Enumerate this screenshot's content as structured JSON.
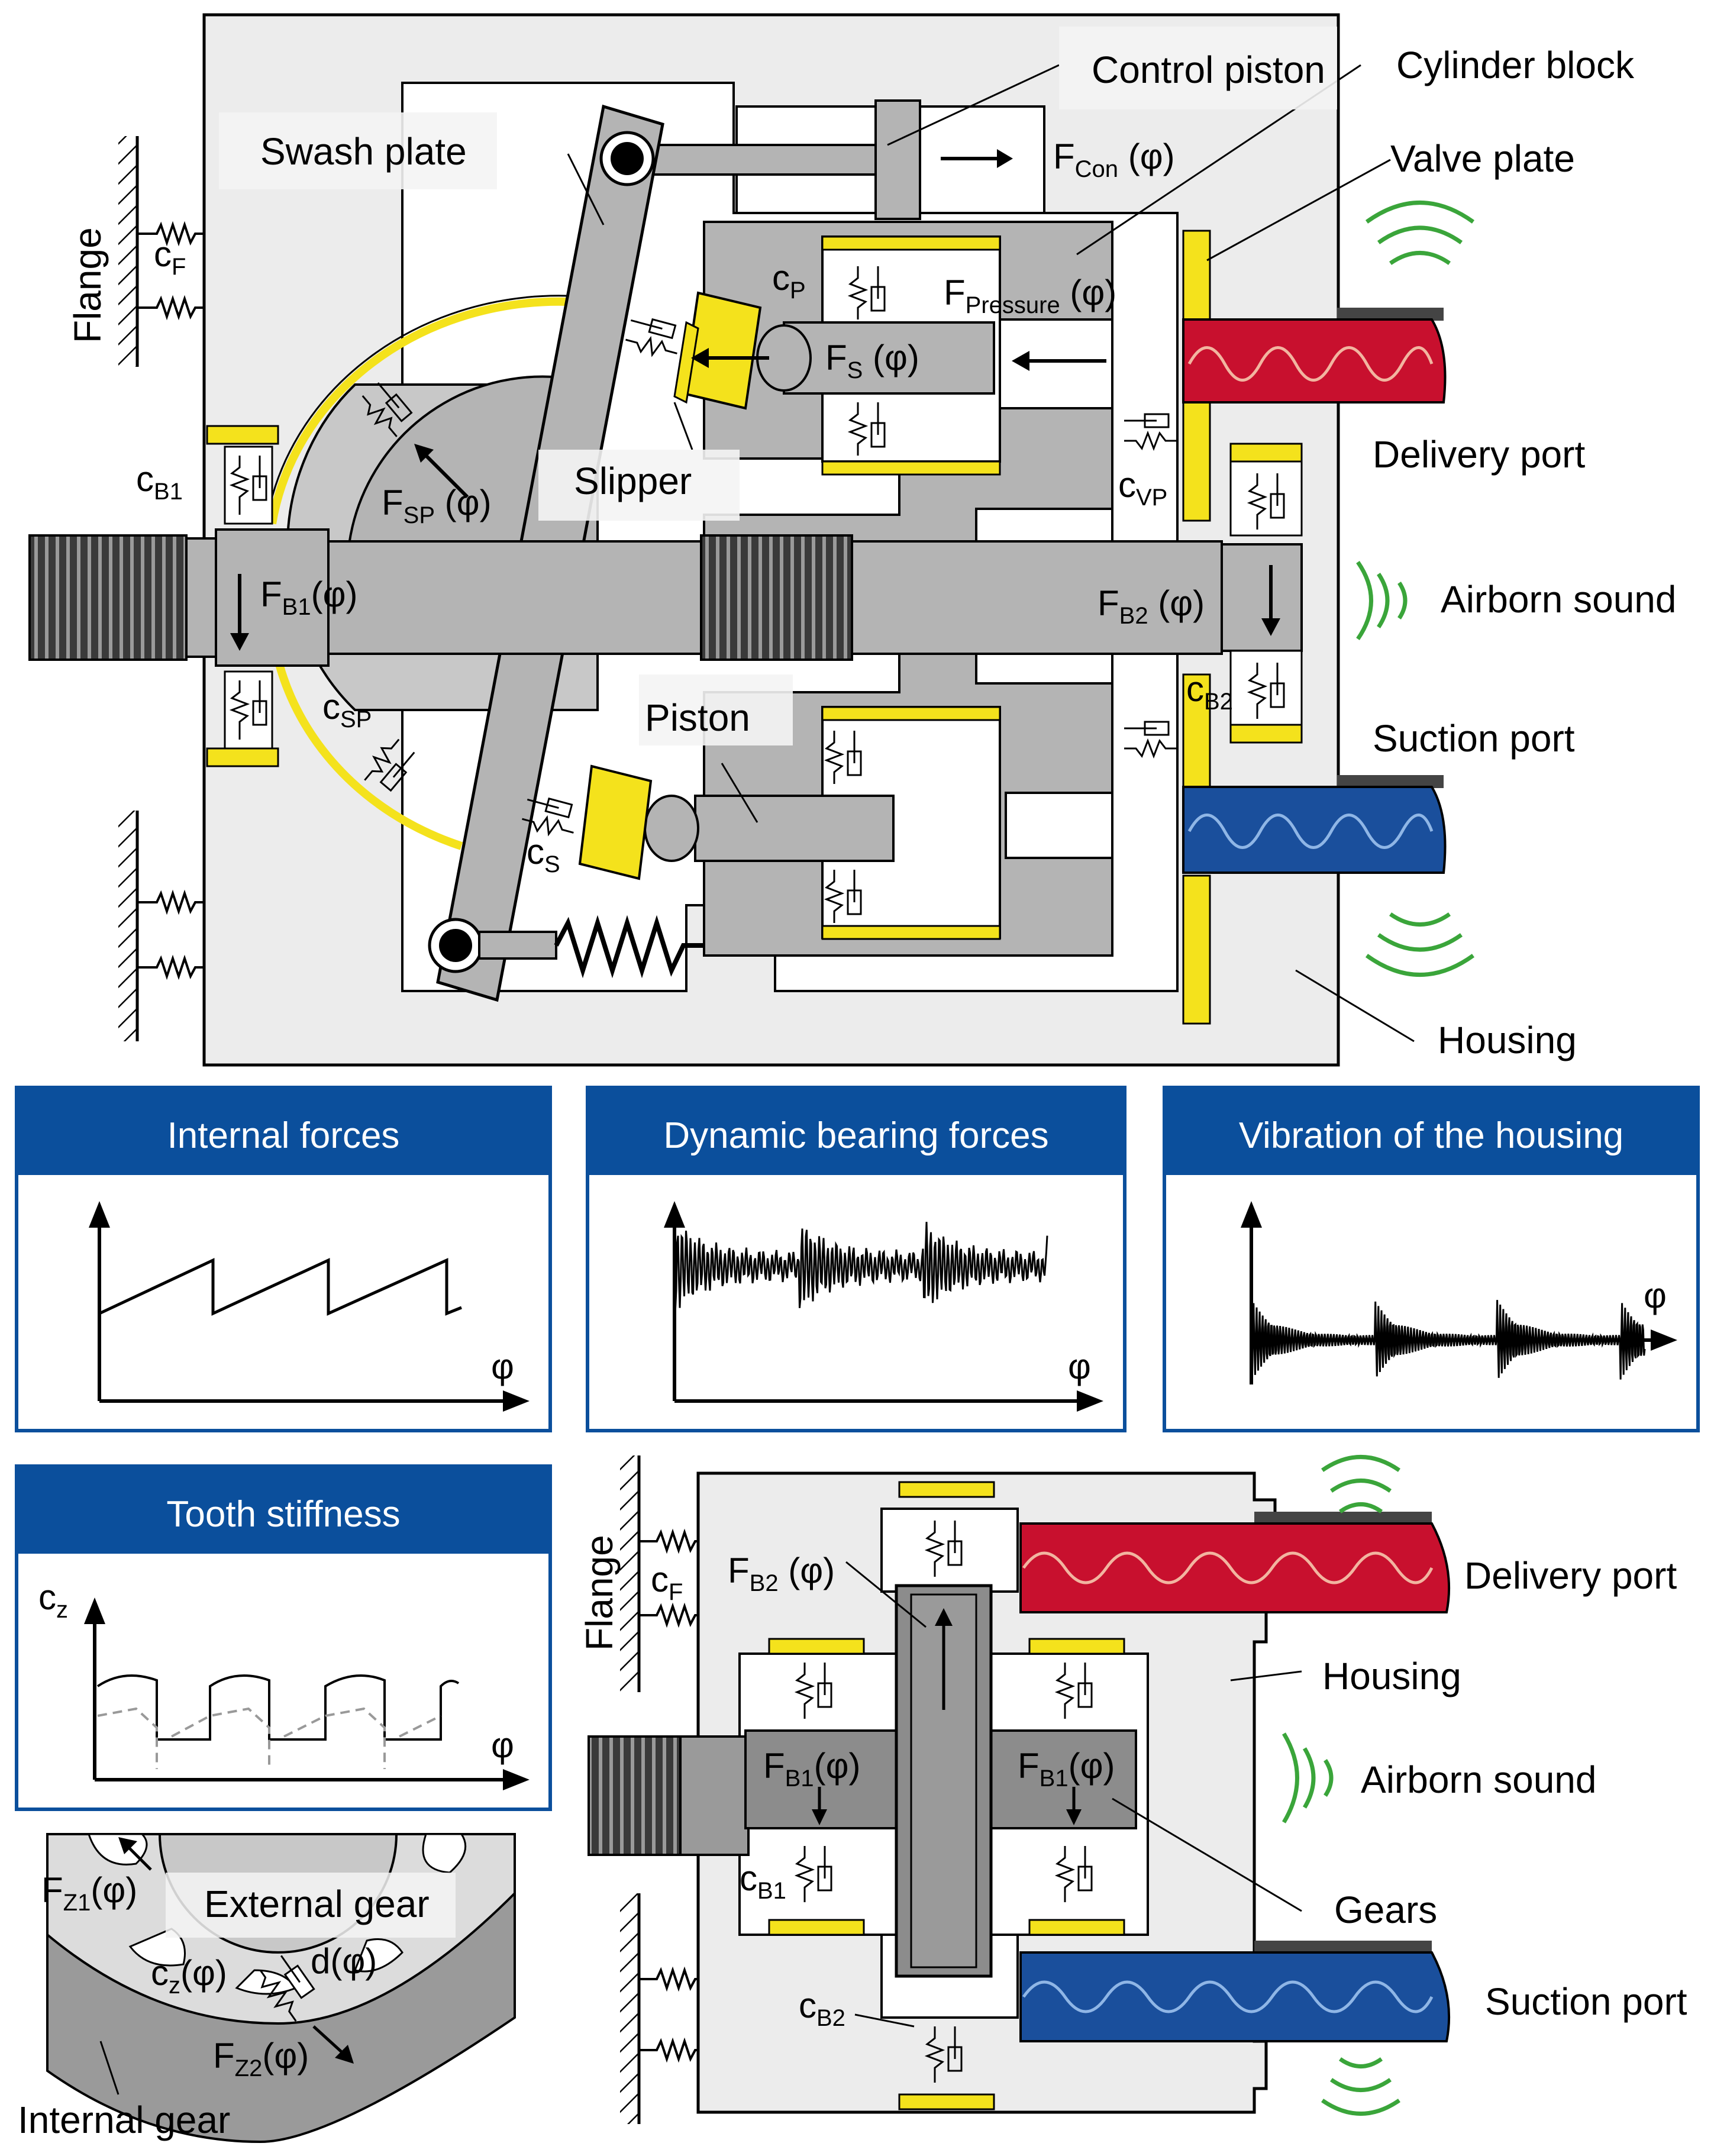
{
  "labels": {
    "control_piston": "Control piston",
    "cylinder_block": "Cylinder block",
    "swash_plate": "Swash plate",
    "valve_plate": "Valve plate",
    "flange": "Flange",
    "slipper": "Slipper",
    "delivery_port": "Delivery port",
    "airborn_sound": "Airborn sound",
    "suction_port": "Suction port",
    "piston": "Piston",
    "housing": "Housing",
    "gears": "Gears",
    "external_gear": "External gear",
    "internal_gear": "Internal gear"
  },
  "symbols": {
    "f_con": "F",
    "f_con_sub": "Con",
    "f_con_arg": " (φ)",
    "f_pressure": "F",
    "f_pressure_sub": "Pressure",
    "f_pressure_arg": " (φ)",
    "f_s": "F",
    "f_s_sub": "S",
    "f_s_arg": " (φ)",
    "f_sp": "F",
    "f_sp_sub": "SP",
    "f_sp_arg": " (φ)",
    "f_b1": "F",
    "f_b1_sub": "B1",
    "f_b1_arg": "(φ)",
    "f_b2": "F",
    "f_b2_sub": "B2",
    "f_b2_arg": " (φ)",
    "c_f": "c",
    "c_f_sub": "F",
    "c_p": "c",
    "c_p_sub": "P",
    "c_b1": "c",
    "c_b1_sub": "B1",
    "c_b2": "c",
    "c_b2_sub": "B2",
    "c_vp": "c",
    "c_vp_sub": "VP",
    "c_sp": "c",
    "c_sp_sub": "SP",
    "c_s": "c",
    "c_s_sub": "S",
    "c_z": "c",
    "c_z_sub": "z",
    "c_z_phi": "c",
    "c_z_phi_sub": "z",
    "c_z_phi_arg": "(φ)",
    "d_phi": "d(φ)",
    "f_z1": "F",
    "f_z1_sub": "Z1",
    "f_z1_arg": "(φ)",
    "f_z2": "F",
    "f_z2_sub": "Z2",
    "f_z2_arg": "(φ)",
    "phi": "φ"
  },
  "panels": {
    "internal_forces": "Internal forces",
    "dynamic_bearing_forces": "Dynamic bearing forces",
    "vibration_of_housing": "Vibration of the housing",
    "tooth_stiffness": "Tooth stiffness"
  },
  "colors": {
    "panel_blue": "#0b4f9c",
    "yellow": "#f4e21c",
    "red_port": "#c8102e",
    "blue_port": "#1a4f9c",
    "sound_green": "#3aa53a",
    "part_grey": "#b4b4b4",
    "housing_grey": "#ececec",
    "dark_grey": "#8c8c8c"
  }
}
